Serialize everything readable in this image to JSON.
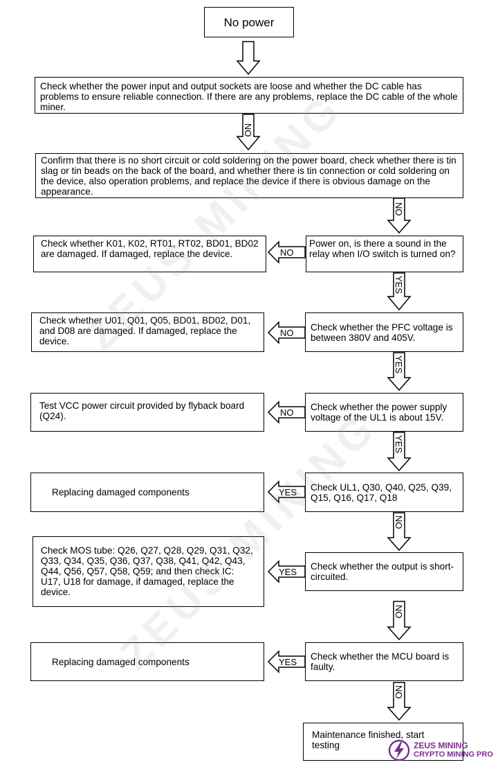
{
  "title": "No power",
  "steps": {
    "s1": "Check whether the power input and output sockets are loose and whether the DC cable has problems to ensure reliable connection. If there are any problems, replace the DC cable of the whole miner.",
    "s2": "Confirm that there is no short circuit or cold soldering on the power board, check whether there is tin slag or tin beads on the back of the board,  and whether there is tin connection or cold soldering on the device, also operation problems, and replace the device if there is obvious damage on the appearance.",
    "s3": "Power on, is there a sound in the relay when I/O switch is turned on?",
    "s3_action": "Check whether K01, K02, RT01, RT02, BD01, BD02 are damaged. If damaged, replace the device.",
    "s4": "Check whether the PFC voltage is between 380V and 405V.",
    "s4_action": "Check whether U01, Q01, Q05, BD01, BD02, D01, and D08 are damaged. If damaged, replace the device.",
    "s5": "Check whether the power supply voltage of the UL1 is about 15V.",
    "s5_action": "Test VCC power circuit provided by flyback board (Q24).",
    "s6": "Check UL1, Q30, Q40, Q25, Q39, Q15, Q16, Q17, Q18",
    "s6_action": "Replacing damaged components",
    "s7": "Check whether the output is short-circuited.",
    "s7_action": "Check MOS tube: Q26, Q27, Q28, Q29, Q31, Q32, Q33, Q34, Q35, Q36, Q37, Q38, Q41, Q42, Q43, Q44, Q56, Q57, Q58, Q59; and then check IC: U17, U18 for damage, if damaged, replace the device.",
    "s8": "Check whether the MCU board is faulty.",
    "s8_action": "Replacing damaged components",
    "s9": "Maintenance finished, start testing"
  },
  "labels": {
    "no": "NO",
    "yes": "YES"
  },
  "watermark": "ZEUS MINING",
  "logo": {
    "line1": "ZEUS MINING",
    "line2": "CRYPTO MINING PRO",
    "icon": "lightning-bolt-icon",
    "color": "#7a2f8f"
  }
}
